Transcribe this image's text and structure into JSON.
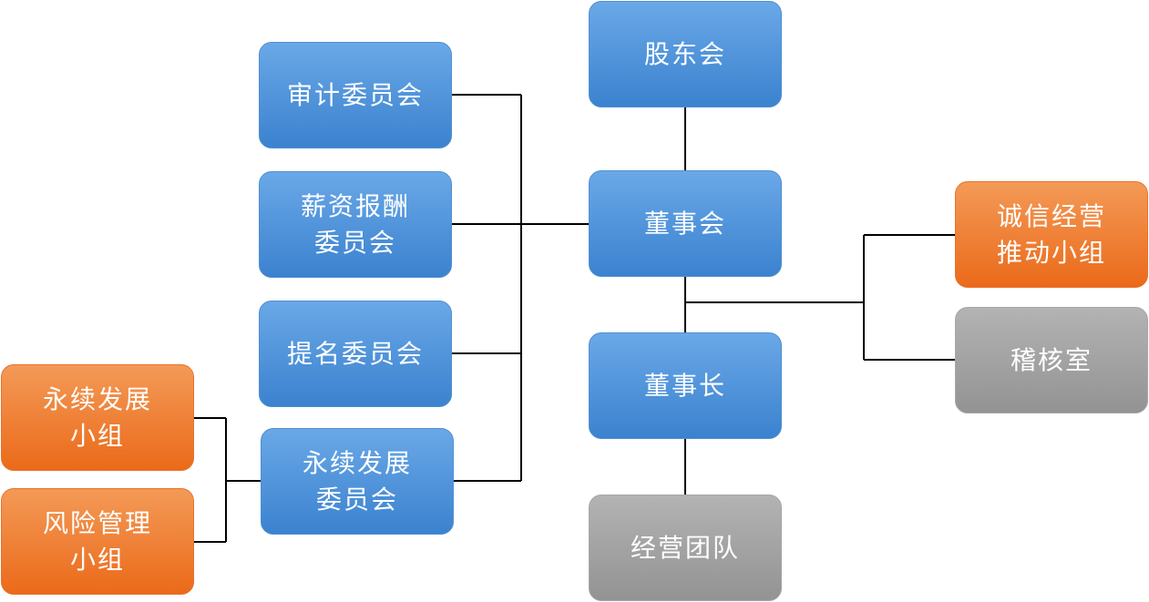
{
  "nodes": {
    "shareholders": "股东会",
    "board": "董事会",
    "chairman": "董事长",
    "management": "经营团队",
    "audit": "审计委员会",
    "compensation": "薪资报酬\n委员会",
    "nomination": "提名委员会",
    "sustainability_committee": "永续发展\n委员会",
    "sustainability_group": "永续发展\n小组",
    "risk_group": "风险管理\n小组",
    "integrity_group": "诚信经营\n推动小组",
    "audit_office": "稽核室"
  },
  "colors": {
    "blue_top": "#6aa8e7",
    "blue_bottom": "#3b82cf",
    "orange_top": "#f39a57",
    "orange_bottom": "#eb6a1a",
    "gray_top": "#b3b3b3",
    "gray_bottom": "#939393",
    "line": "#000000"
  }
}
